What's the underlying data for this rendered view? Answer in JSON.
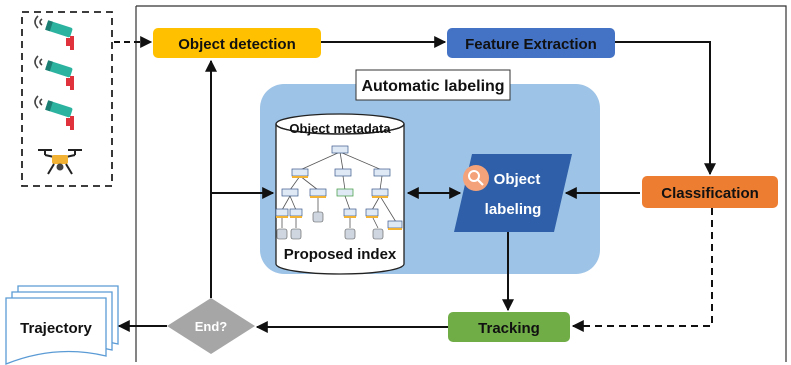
{
  "diagram": {
    "nodes": {
      "object_detection": "Object detection",
      "feature_extraction": "Feature Extraction",
      "automatic_labeling": "Automatic labeling",
      "object_metadata": "Object metadata",
      "proposed_index": "Proposed index",
      "object_labeling_line1": "Object",
      "object_labeling_line2": "labeling",
      "classification": "Classification",
      "tracking": "Tracking",
      "end_decision": "End?",
      "trajectory": "Trajectory"
    },
    "sources": {
      "icons": [
        "cctv-camera-icon",
        "cctv-camera-icon",
        "cctv-camera-icon",
        "drone-icon"
      ]
    },
    "colors": {
      "object_detection": "#FFC000",
      "feature_extraction": "#4472C4",
      "classification": "#ED7D31",
      "tracking": "#70AD47",
      "end_decision": "#A6A6A6",
      "object_labeling": "#2E5FA8",
      "automatic_labeling_panel": "#9DC3E6",
      "camera_body": "#2BB3A0",
      "camera_mount": "#E0323C"
    }
  }
}
